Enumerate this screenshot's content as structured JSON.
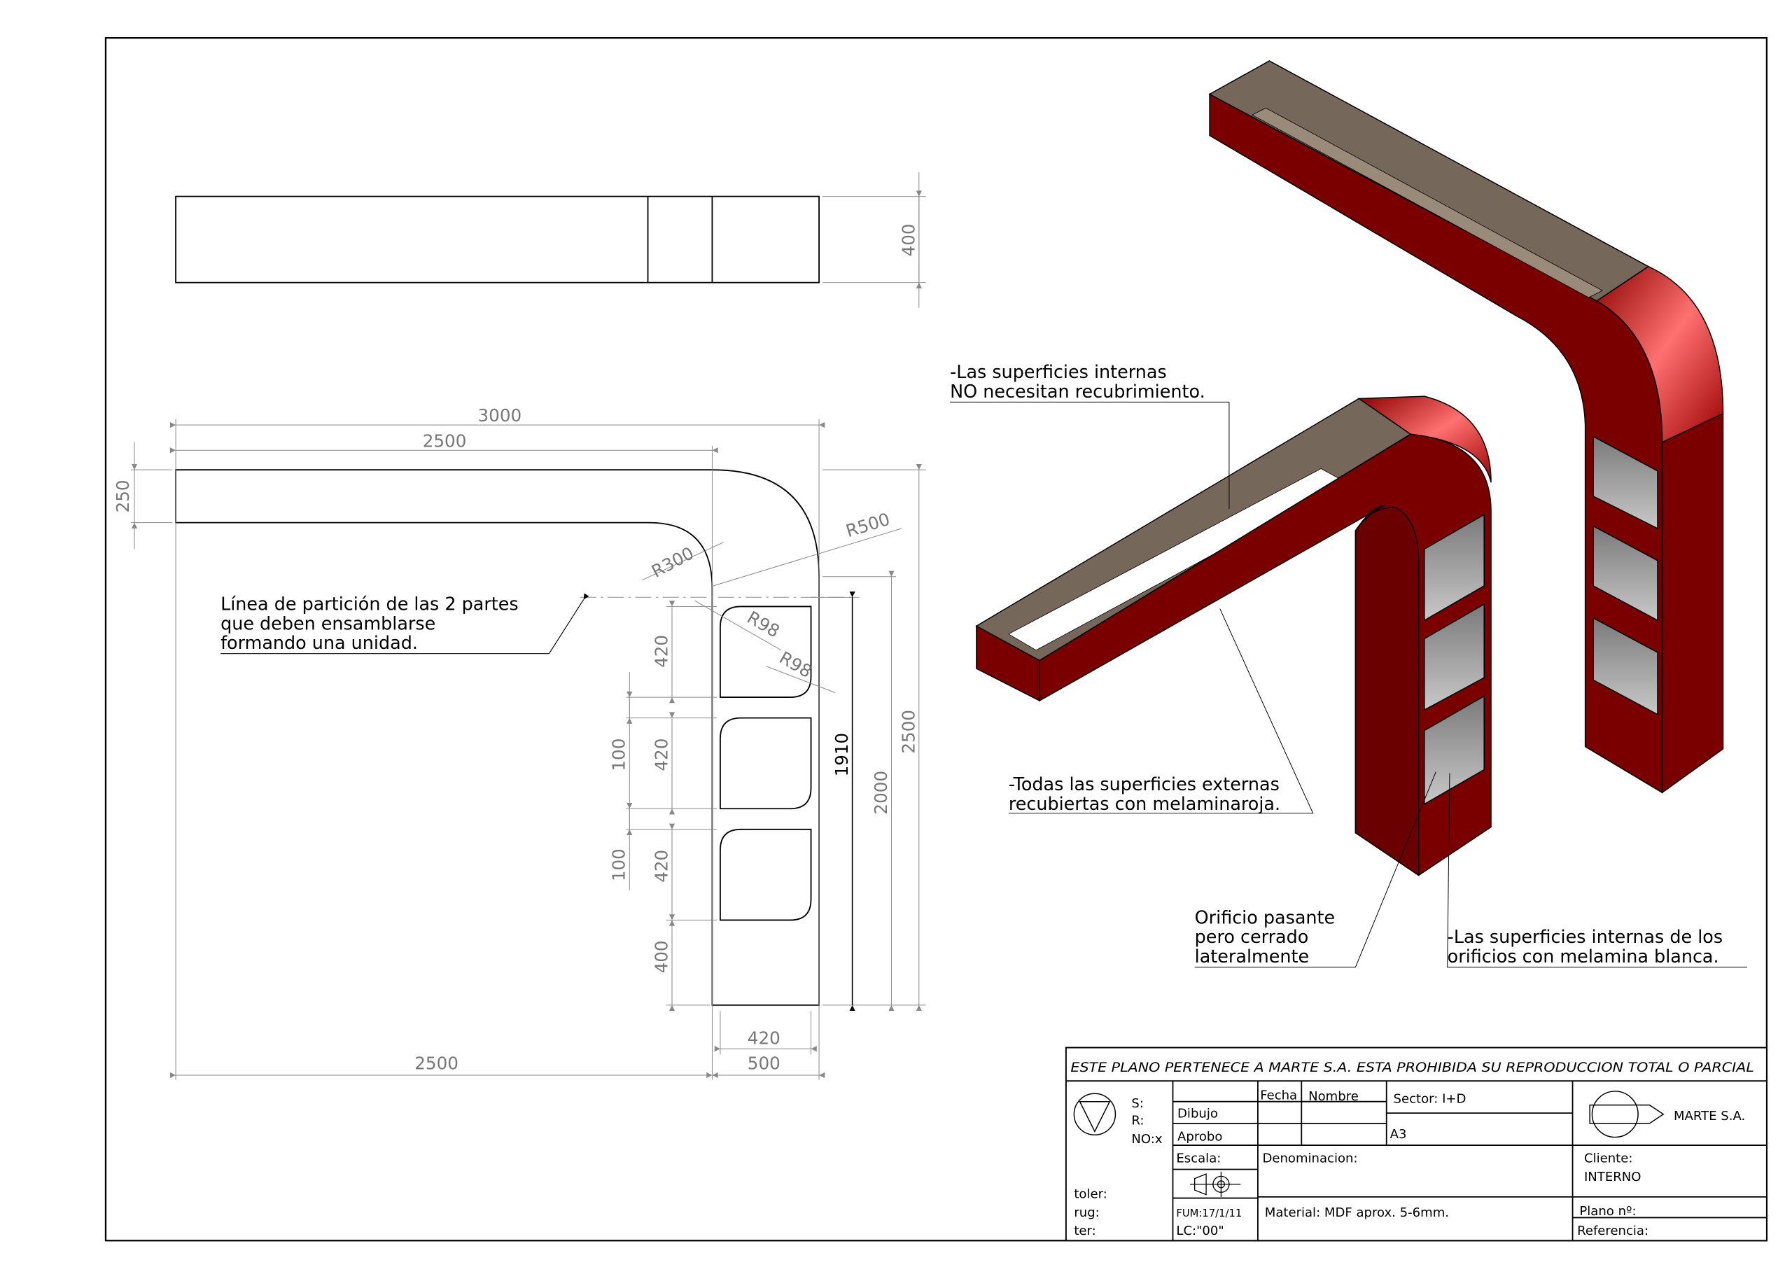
{
  "top_view": {
    "dim_height": "400"
  },
  "front_view": {
    "dims": {
      "total_width": "3000",
      "arm_length": "2500",
      "arm_height": "250",
      "outer_radius": "R500",
      "inner_radius": "R300",
      "hole_radius_1": "R98",
      "hole_radius_2": "R98",
      "hole_1": "420",
      "hole_2": "420",
      "hole_3": "420",
      "base": "400",
      "gap_1": "100",
      "gap_2": "100",
      "column_inner_height": "1910",
      "column_height": "2000",
      "total_height": "2500",
      "hole_width": "420",
      "column_width": "500",
      "bottom_length": "2500"
    },
    "partition_note": [
      "Línea de partición de las 2 partes",
      "que deben ensamblarse",
      "formando  una unidad."
    ]
  },
  "notes": {
    "internal_surfaces": [
      "-Las superficies internas",
      "NO necesitan recubrimiento."
    ],
    "external_surfaces": [
      "-Todas las superficies externas",
      "recubiertas con melaminaroja."
    ],
    "through_hole": [
      "Orificio pasante",
      "pero cerrado",
      "lateralmente"
    ],
    "hole_surfaces": [
      "-Las superficies internas de los",
      "orificios con melamina blanca."
    ]
  },
  "colors": {
    "melamine_red": "#7a0000",
    "interior_mdf": "#75675a",
    "hole_white": "#9a9a9a"
  },
  "title_block": {
    "header": "ESTE PLANO PERTENECE A MARTE S.A. ESTA PROHIBIDA SU REPRODUCCION TOTAL O PARCIAL",
    "s": "S:",
    "r": "R:",
    "no": "NO:x",
    "toler": "toler:",
    "rug": "rug:",
    "ter": "ter:",
    "fecha": "Fecha",
    "nombre": "Nombre",
    "dibujo": "Dibujo",
    "aprobo": "Aprobo",
    "sector": "Sector: I+D",
    "format": "A3",
    "company": "MARTE S.A.",
    "escala": "Escala:",
    "denominacion": "Denominacion:",
    "cliente_label": "Cliente:",
    "cliente": "INTERNO",
    "fum": "FUM:17/1/11",
    "lc": "LC:\"00\"",
    "material": "Material: MDF aprox. 5-6mm.",
    "plano": "Plano nº:",
    "referencia": "Referencia:"
  }
}
